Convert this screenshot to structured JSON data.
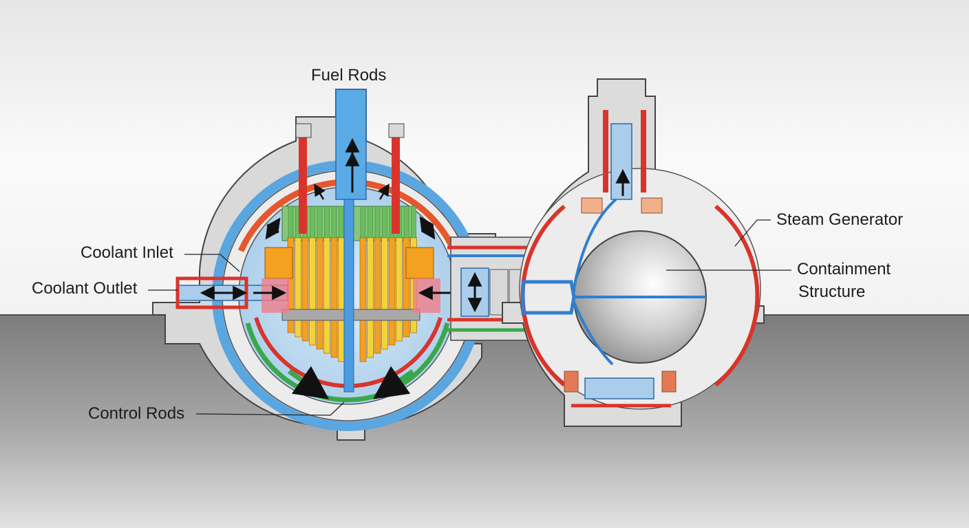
{
  "labels": {
    "fuel_rods": "Fuel Rods",
    "coolant_inlet": "Coolant Inlet",
    "coolant_outlet": "Coolant Outlet",
    "control_rods": "Control Rods",
    "steam_generator": "Steam Generator",
    "containment_line1": "Containment",
    "containment_line2": "Structure"
  },
  "colors": {
    "background_top": "#f7f7f7",
    "ground": "#8e8e8e",
    "shell": "#d4d4d4",
    "coolant_blue": "#3b8fd6",
    "hot_red": "#d9342b",
    "fuel_orange": "#f4a020",
    "fuel_yellow": "#f3d23a",
    "rod_green": "#3aa84a",
    "sphere": "#c9c9c9"
  }
}
